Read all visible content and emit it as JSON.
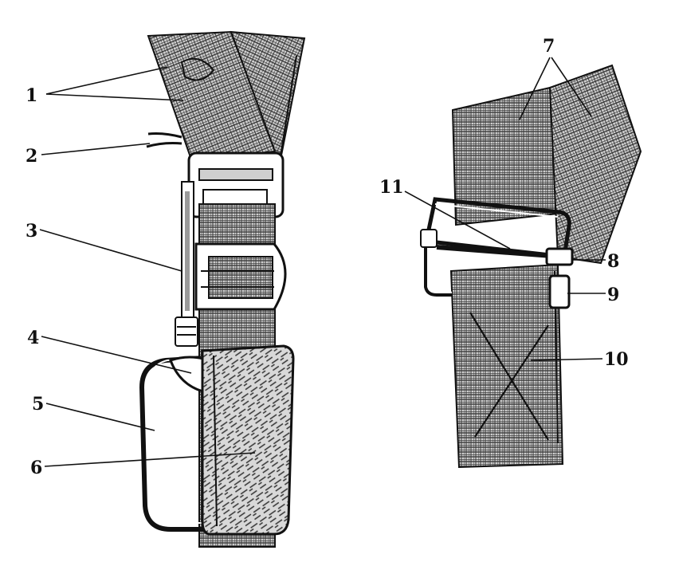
{
  "callouts": {
    "c1": "1",
    "c2": "2",
    "c3": "3",
    "c4": "4",
    "c5": "5",
    "c6": "6",
    "c7": "7",
    "c8": "8",
    "c9": "9",
    "c10": "10",
    "c11": "11"
  },
  "colors": {
    "ink": "#111111",
    "webbing": "#bdbdbd",
    "paper": "#ffffff"
  }
}
